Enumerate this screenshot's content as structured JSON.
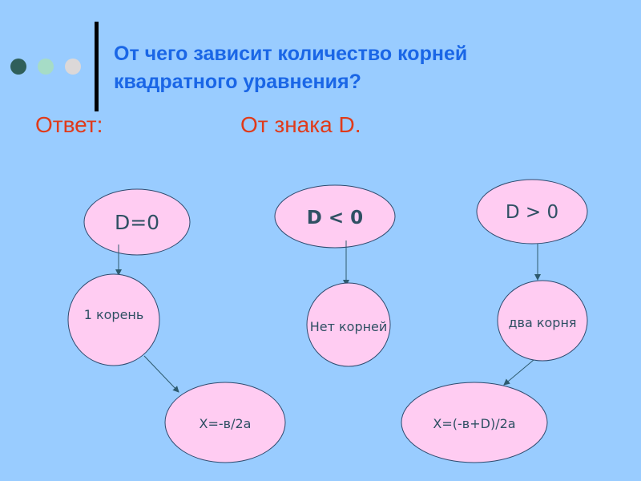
{
  "slide": {
    "title_line1": "От чего зависит количество корней",
    "title_line2": "квадратного уравнения?",
    "answer_label": "Ответ:",
    "answer_text": "От знака D.",
    "colors": {
      "background": "#99ccff",
      "title": "#1a66e6",
      "answer": "#e03a1a",
      "node_fill": "#ffccf2",
      "node_stroke": "#2e4a6e",
      "node_text": "#2f5063",
      "dot1": "#2f5f5a",
      "dot2": "#a6dcc6",
      "dot3": "#dcd8d8"
    }
  },
  "diagram": {
    "columns": [
      {
        "condition": "D=0",
        "result": "1 корень",
        "formula": "X=-в/2а"
      },
      {
        "condition": "D < 0",
        "result": "Нет корней"
      },
      {
        "condition": "D > 0",
        "result": "два корня",
        "formula": "X=(-в+D)/2а"
      }
    ]
  }
}
